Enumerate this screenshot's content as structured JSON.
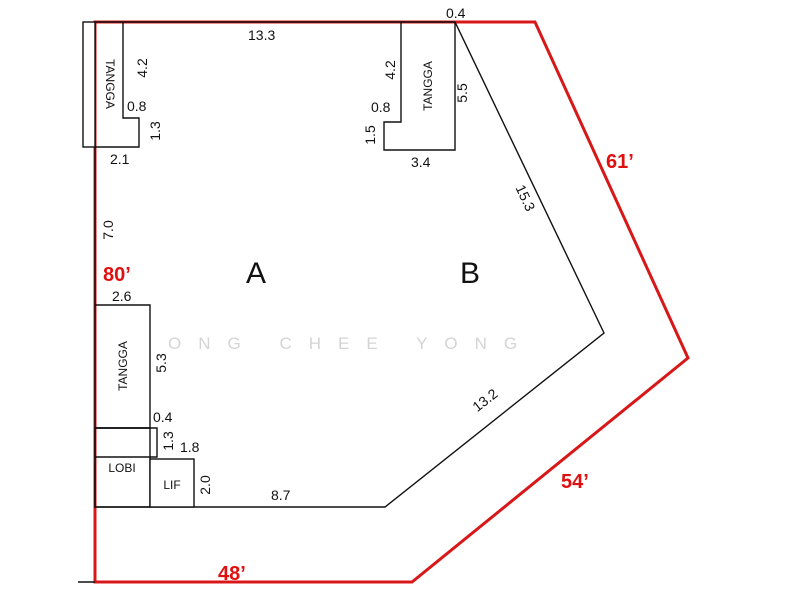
{
  "boundary": {
    "left": "80’",
    "top_right": "61’",
    "bottom_right": "54’",
    "bottom": "48’",
    "color": "#d81818"
  },
  "zones": {
    "a": "A",
    "b": "B"
  },
  "rooms": {
    "tangga_top_left": "TANGGA",
    "tangga_top_right": "TANGGA",
    "tangga_left": "TANGGA",
    "lobi": "LOBI",
    "lif": "LIF"
  },
  "dimensions": {
    "top_wall": "13.3",
    "top_corner": "0.4",
    "tl_stair_height": "4.2",
    "tl_step": "0.8",
    "tl_notch": "1.3",
    "tl_width": "2.1",
    "tr_stair_height": "4.2",
    "tr_step": "0.8",
    "tr_notch": "1.5",
    "tr_side": "5.5",
    "tr_width": "3.4",
    "diag_upper": "15.3",
    "left_wall": "7.0",
    "left_stair_width": "2.6",
    "left_stair_height": "5.3",
    "left_step": "0.4",
    "lobi_notch": "1.3",
    "lobi_step": "1.8",
    "lif_height": "2.0",
    "bottom_wall": "8.7",
    "diag_lower": "13.2"
  },
  "watermark": "ONG CHEE YONG"
}
